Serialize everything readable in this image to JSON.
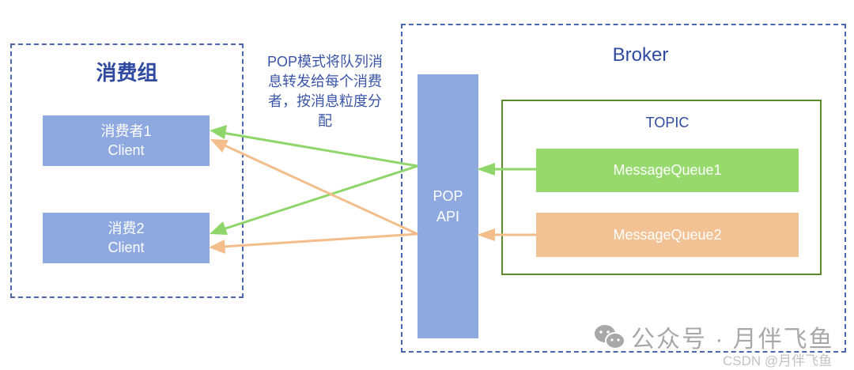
{
  "consumer_group": {
    "title": "消费组",
    "clients": [
      {
        "line1": "消费者1",
        "line2": "Client"
      },
      {
        "line1": "消费2",
        "line2": "Client"
      }
    ]
  },
  "note": [
    "POP模式将队列消",
    "息转发给每个消费",
    "者，按消息粒度分",
    "配"
  ],
  "broker": {
    "title": "Broker",
    "pop_api": {
      "line1": "POP",
      "line2": "API"
    },
    "topic": {
      "title": "TOPIC",
      "queues": [
        {
          "label": "MessageQueue1",
          "color": "#98d96e"
        },
        {
          "label": "MessageQueue2",
          "color": "#f3c294"
        }
      ]
    }
  },
  "colors": {
    "green_arrow": "#8fd66a",
    "orange_arrow": "#f3bd8c",
    "box_blue": "#8ea9df",
    "dash_blue": "#4a66b0"
  },
  "watermark": {
    "text": "公众号 · 月伴飞鱼",
    "icon": "wechat-icon",
    "csdn": "CSDN @月伴飞鱼"
  }
}
